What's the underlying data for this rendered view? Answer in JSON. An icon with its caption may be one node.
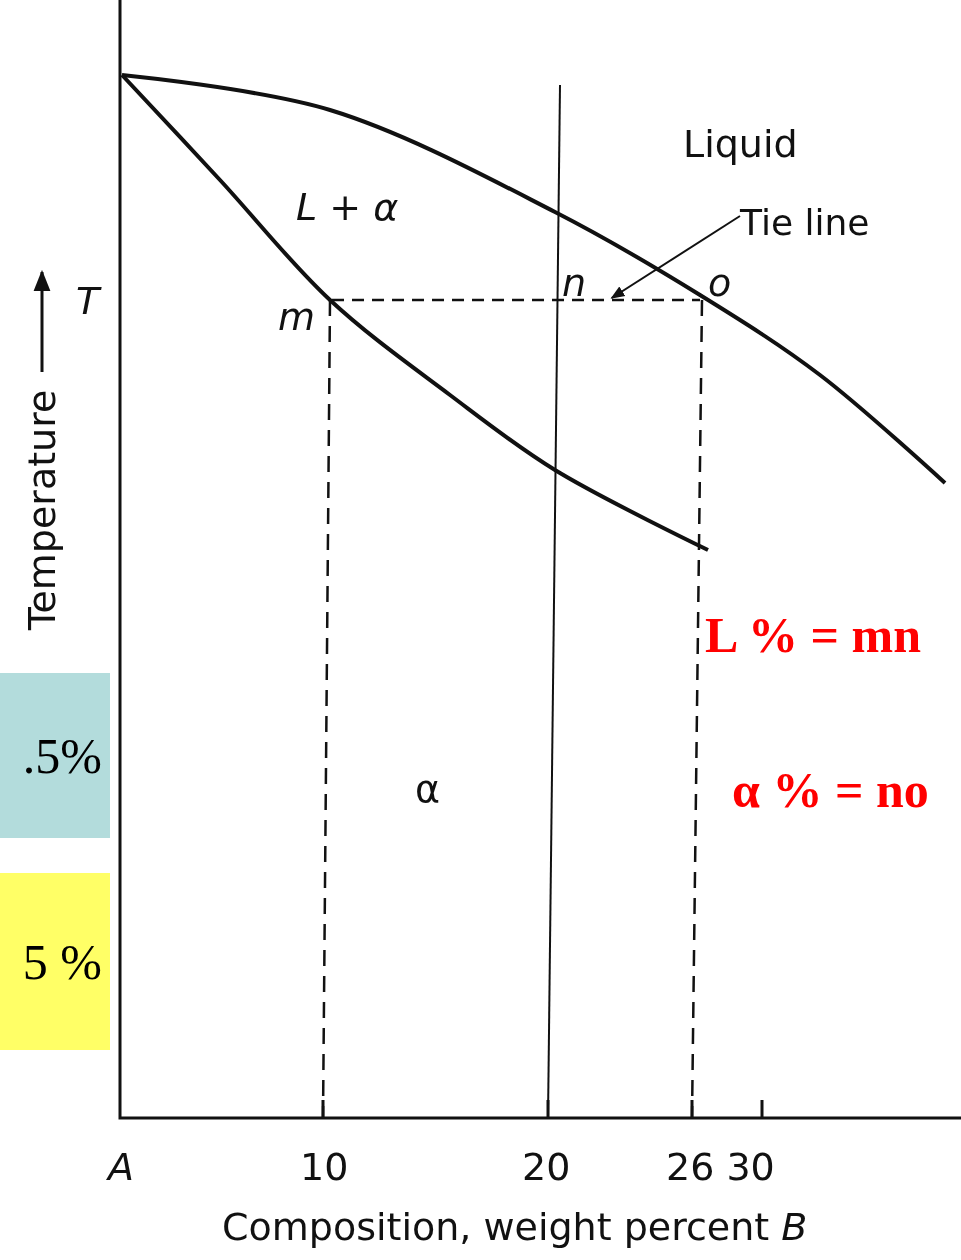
{
  "diagram": {
    "nodes": [
      {
        "text": [
          "Tie line"
        ]
      },
      {
        "text": [
          ".5%"
        ]
      },
      {
        "text": [
          "5 %"
        ]
      },
      {
        "text": [],
        "shape": "line"
      }
    ],
    "edges": [
      {
        "from": 0,
        "to": 3,
        "arrow": "to"
      }
    ],
    "labels": [
      "Liquid",
      "L + α",
      "n",
      "o",
      "T",
      "m",
      "Temperature",
      "L % = mn",
      "α",
      "α % = no",
      "A",
      "10",
      "20",
      "26 30",
      "Composition, weight percent *B*"
    ]
  }
}
